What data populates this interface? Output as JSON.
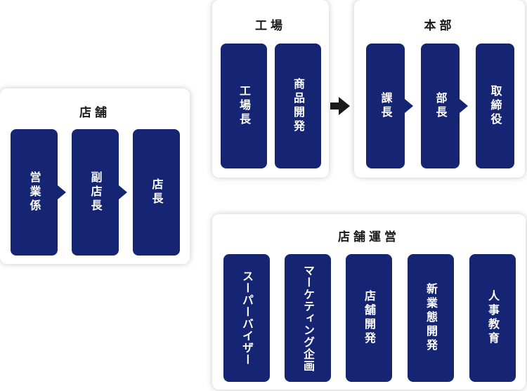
{
  "store": {
    "title": "店舗",
    "cards": [
      "営業係",
      "副店長",
      "店長"
    ]
  },
  "factory": {
    "title": "工場",
    "cards": [
      "工場長",
      "商品開発"
    ]
  },
  "hq": {
    "title": "本部",
    "cards": [
      "課長",
      "部長",
      "取締役"
    ]
  },
  "operations": {
    "title": "店舗運営",
    "cards": [
      "スーパーバイザー",
      "マーケティング企画",
      "店舗開発",
      "新業態開発",
      "人事教育"
    ]
  },
  "colors": {
    "card": "#162573",
    "panel": "#ffffff",
    "text": "#1a1a1a"
  }
}
